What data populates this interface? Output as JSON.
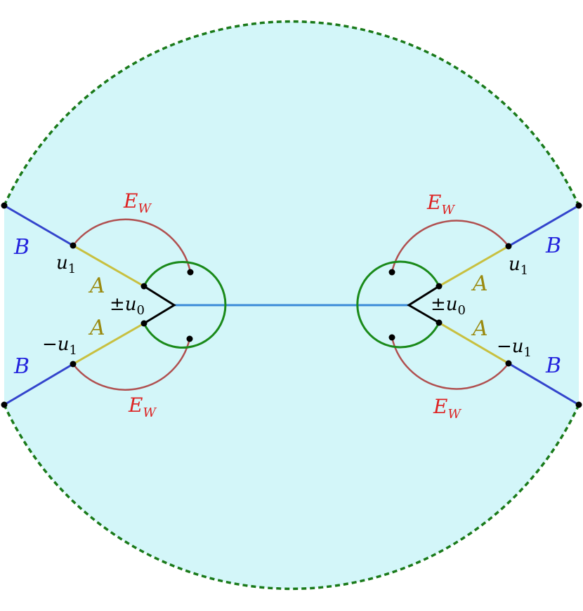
{
  "colors": {
    "fill": "#d3f6f9",
    "outer_dashed": "#1a7a1a",
    "B_segment": "#3344cc",
    "A_segment": "#c8c040",
    "E_arc": "#b05050",
    "inner_circle": "#1a8a1a",
    "middle_line": "#3a8ad8",
    "wedge": "#000000",
    "label_B": "#2222dd",
    "label_A": "#9a8a10",
    "label_E": "#dd2222",
    "label_u": "#000000"
  },
  "labels": {
    "left_top_E": {
      "main": "E",
      "sub": "W"
    },
    "left_bottom_E": {
      "main": "E",
      "sub": "W"
    },
    "right_top_E": {
      "main": "E",
      "sub": "W"
    },
    "right_bottom_E": {
      "main": "E",
      "sub": "W"
    },
    "left_top_B": "B",
    "left_bottom_B": "B",
    "right_top_B": "B",
    "right_bottom_B": "B",
    "left_top_A": "A",
    "left_bottom_A": "A",
    "right_top_A": "A",
    "right_bottom_A": "A",
    "left_u1": {
      "main": "u",
      "sub": "1"
    },
    "left_minus_u1": {
      "prefix": "−",
      "main": "u",
      "sub": "1"
    },
    "right_u1": {
      "main": "u",
      "sub": "1"
    },
    "right_minus_u1": {
      "prefix": "−",
      "main": "u",
      "sub": "1"
    },
    "left_pm_u0": {
      "prefix": "±",
      "main": "u",
      "sub": "0"
    },
    "right_pm_u0": {
      "prefix": "±",
      "main": "u",
      "sub": "0"
    }
  }
}
